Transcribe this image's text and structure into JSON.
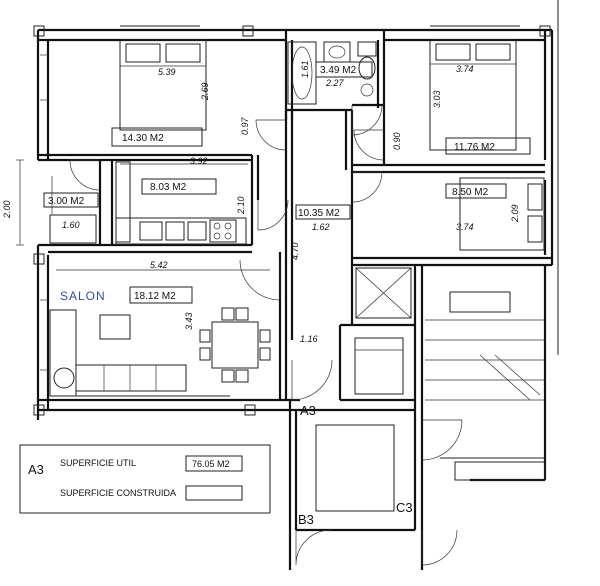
{
  "rooms": [
    {
      "id": "bed1",
      "area": "14.30 M2",
      "dims": [
        "5.39",
        "2.69",
        "0.97"
      ]
    },
    {
      "id": "bath",
      "area": "3.49 M2",
      "dims": [
        "1.61",
        "2.27"
      ]
    },
    {
      "id": "bed2",
      "area": "11.76 M2",
      "dims": [
        "3.74",
        "3.03",
        "0.90"
      ]
    },
    {
      "id": "laundry",
      "area": "3.00 M2",
      "dims": [
        "2.00",
        "1.60"
      ]
    },
    {
      "id": "kitchen",
      "area": "8.03 M2",
      "dims": [
        "3.92",
        "2.10"
      ]
    },
    {
      "id": "hall",
      "area": "10.35 M2",
      "dims": [
        "1.62",
        "4.70",
        "1.16"
      ]
    },
    {
      "id": "bed3",
      "area": "8.50 M2",
      "dims": [
        "3.74",
        "2.09"
      ]
    },
    {
      "id": "living",
      "area": "18.12 M2",
      "dims": [
        "5.42",
        "3.43"
      ],
      "note": "SALON"
    }
  ],
  "unit_labels": {
    "a3_door": "A3",
    "b3": "B3",
    "c3": "C3"
  },
  "legend": {
    "unit": "A3",
    "util_label": "SUPERFICIE UTIL",
    "util_value": "76.05 M2",
    "built_label": "SUPERFICIE CONSTRUIDA",
    "built_value": ""
  }
}
